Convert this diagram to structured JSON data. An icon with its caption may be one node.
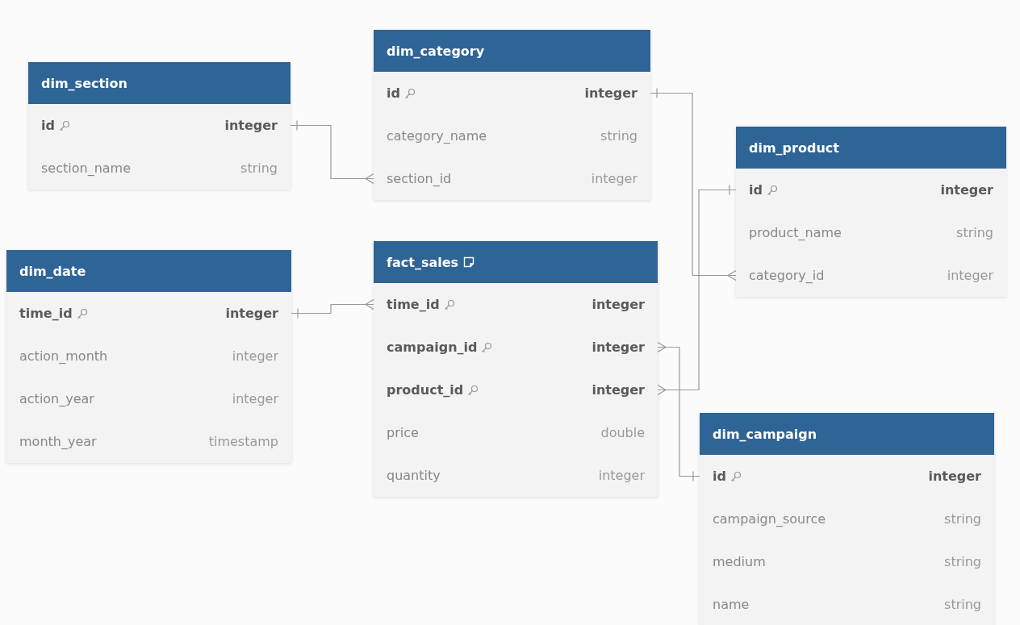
{
  "diagram": {
    "nodes": [
      {
        "text": [
          "dim_section"
        ]
      },
      {
        "text": [
          "id",
          "integer"
        ],
        "in": 0
      },
      {
        "text": [
          "section_name",
          "string"
        ],
        "in": 0
      },
      {
        "text": [
          "dim_category"
        ]
      },
      {
        "text": [
          "id",
          "integer"
        ],
        "in": 3
      },
      {
        "text": [
          "category_name",
          "string"
        ],
        "in": 3
      },
      {
        "text": [
          "section_id",
          "integer"
        ],
        "in": 3
      },
      {
        "text": [
          "dim_product"
        ]
      },
      {
        "text": [
          "id",
          "integer"
        ],
        "in": 7
      },
      {
        "text": [
          "product_name",
          "string"
        ],
        "in": 7
      },
      {
        "text": [
          "category_id",
          "integer"
        ],
        "in": 7
      },
      {
        "text": [
          "dim_date"
        ]
      },
      {
        "text": [
          "time_id",
          "integer"
        ],
        "in": 11
      },
      {
        "text": [
          "action_month",
          "integer"
        ],
        "in": 11
      },
      {
        "text": [
          "action_year",
          "integer"
        ],
        "in": 11
      },
      {
        "text": [
          "month_year",
          "timestamp"
        ],
        "in": 11
      },
      {
        "text": [
          "fact_sales"
        ]
      },
      {
        "text": [
          "time_id",
          "integer"
        ],
        "in": 16
      },
      {
        "text": [
          "campaign_id",
          "integer"
        ],
        "in": 16
      },
      {
        "text": [
          "product_id",
          "integer"
        ],
        "in": 16
      },
      {
        "text": [
          "price",
          "double"
        ],
        "in": 16
      },
      {
        "text": [
          "quantity",
          "integer"
        ],
        "in": 16
      },
      {
        "text": [
          "dim_campaign"
        ]
      },
      {
        "text": [
          "id",
          "integer"
        ],
        "in": 22
      },
      {
        "text": [
          "campaign_source",
          "string"
        ],
        "in": 22
      },
      {
        "text": [
          "medium",
          "string"
        ],
        "in": 22
      },
      {
        "text": [
          "name",
          "string"
        ],
        "in": 22
      }
    ],
    "edges": [
      {
        "from": 1,
        "to": 6,
        "arrow": "other"
      },
      {
        "from": 4,
        "to": 10,
        "arrow": "other"
      },
      {
        "from": 12,
        "to": 17,
        "arrow": "other"
      },
      {
        "from": 23,
        "to": 18,
        "arrow": "other"
      },
      {
        "from": 8,
        "to": 19,
        "arrow": "other"
      }
    ]
  }
}
